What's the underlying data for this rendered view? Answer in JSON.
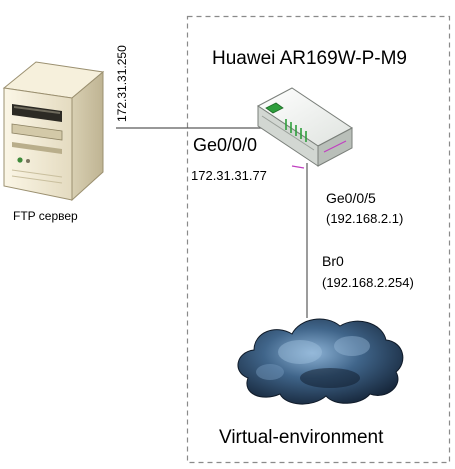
{
  "router": {
    "model": "Huawei AR169W-P-M9",
    "wan_interface": "Ge0/0/0",
    "wan_ip": "172.31.31.77",
    "lan_interface": "Ge0/0/5",
    "lan_ip": "(192.168.2.1)"
  },
  "ftp_server": {
    "caption": "FTP сервер",
    "ip": "172.31.31.250"
  },
  "bridge": {
    "interface": "Br0",
    "ip": "(192.168.2.254)"
  },
  "environment": {
    "label": "Virtual-environment"
  },
  "colors": {
    "line": "#5a5a5a",
    "dashed_border": "#8a8a8a",
    "server_body": "#efe7d0",
    "router_body": "#eef0ee",
    "router_accent": "#2e9e3c",
    "cloud_dark": "#1d3048",
    "cloud_light": "#7fa4c6"
  },
  "icons": {
    "server": "tower-server-icon",
    "router": "router-icon",
    "cloud": "cloud-icon"
  }
}
